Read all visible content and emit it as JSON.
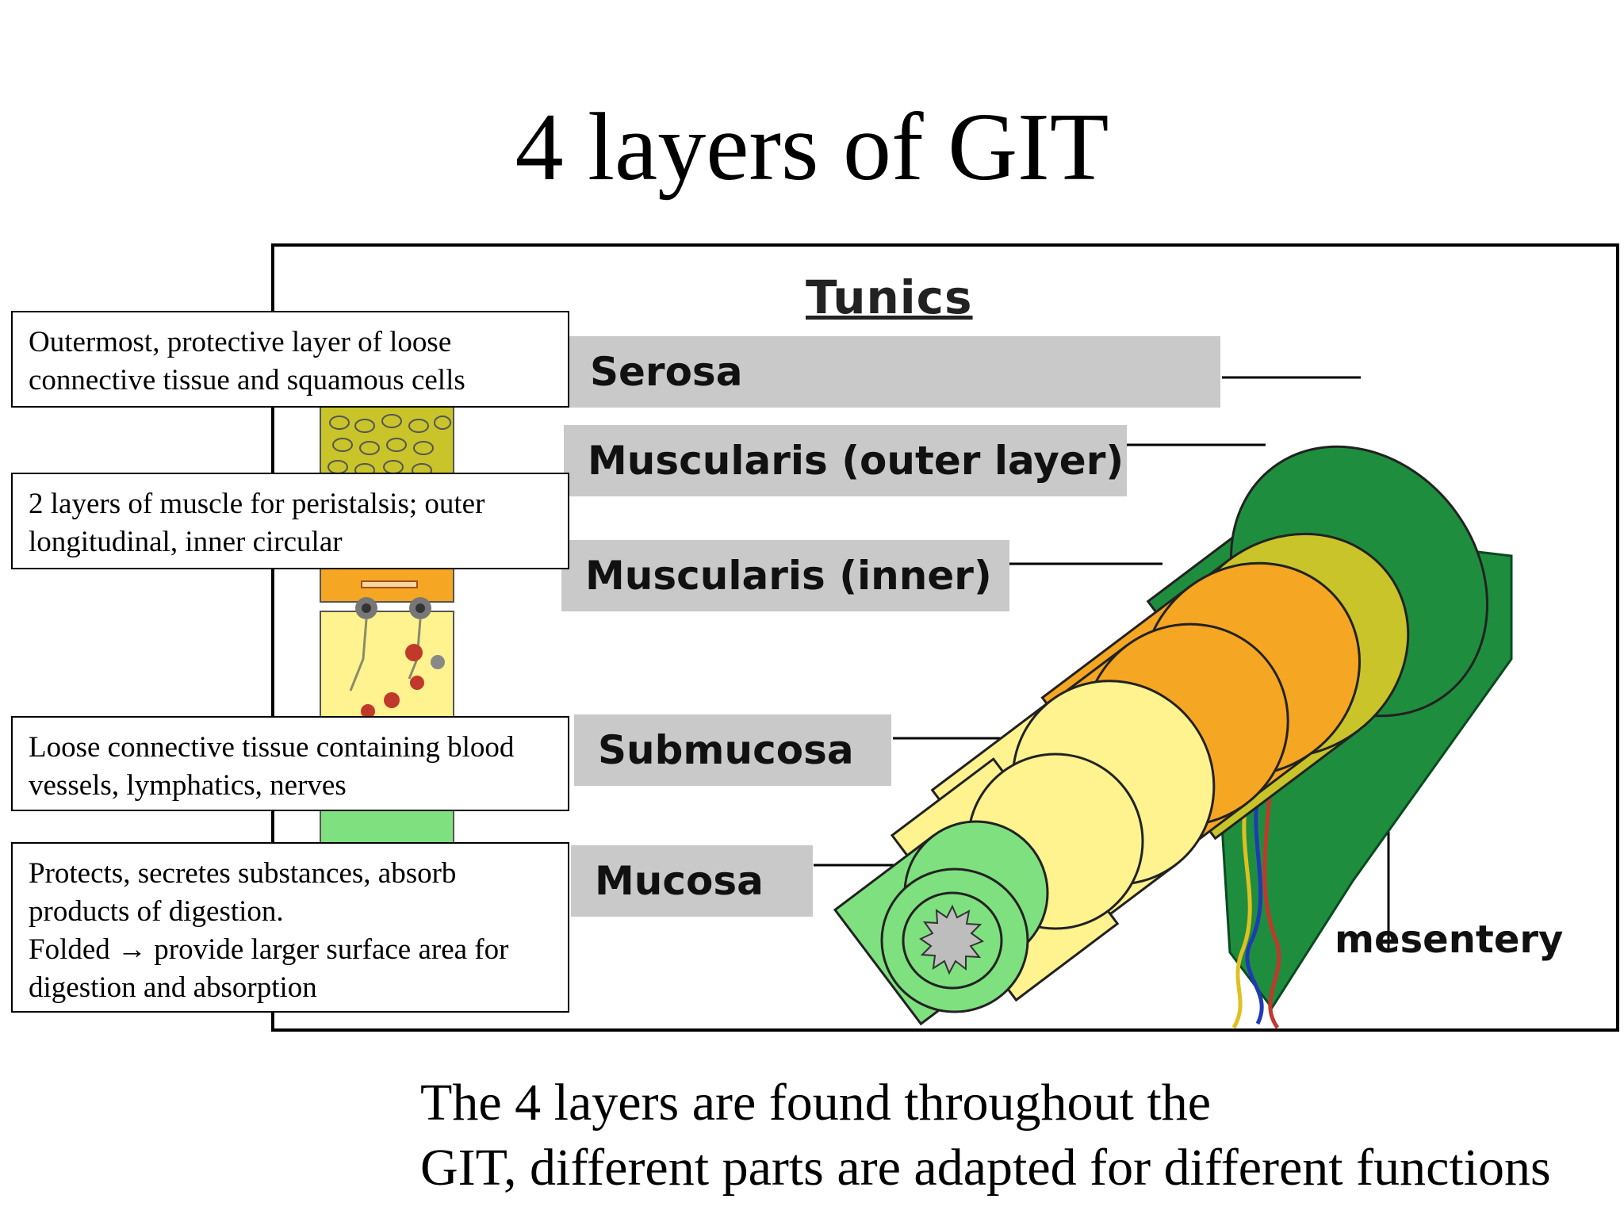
{
  "title": "4 layers of GIT",
  "diagram": {
    "heading": "Tunics",
    "layers": [
      "Serosa",
      "Muscularis (outer layer)",
      "Muscularis (inner)",
      "Submucosa",
      "Mucosa"
    ],
    "mesentery": "mesentery"
  },
  "descriptions": {
    "serosa": [
      "Outermost, protective layer of loose",
      "connective tissue and squamous cells"
    ],
    "muscularis": [
      "2 layers of muscle for peristalsis; outer",
      "longitudinal, inner circular"
    ],
    "submucosa": [
      "Loose connective tissue containing blood",
      "vessels, lymphatics, nerves"
    ],
    "mucosa": [
      "Protects, secretes substances, absorb",
      "products of digestion.",
      "Folded → provide larger surface area for",
      "digestion and absorption"
    ]
  },
  "footer": [
    "The 4 layers are found throughout the",
    "GIT, different parts are adapted for different functions"
  ],
  "colors": {
    "serosa": "#1e8e3e",
    "muscularis_outer": "#c8c42a",
    "muscularis_inner": "#f5a623",
    "submucosa": "#fff38f",
    "mucosa": "#7fe07f",
    "label_box": "#c9c9c9"
  }
}
